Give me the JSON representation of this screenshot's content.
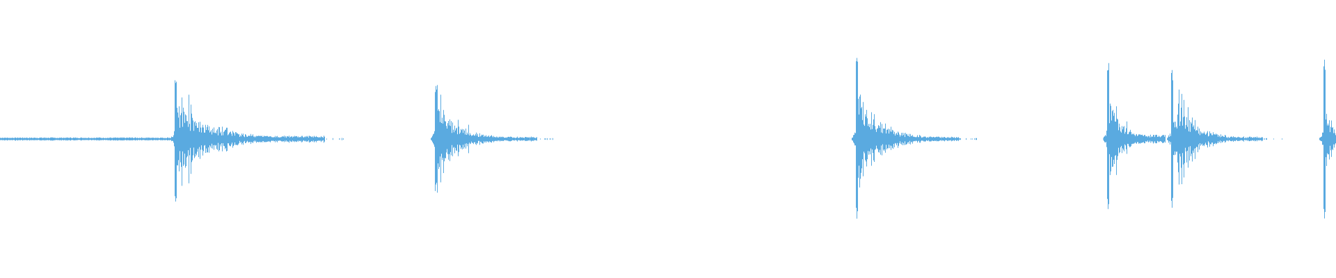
{
  "waveform": {
    "color": "#5aaae0",
    "background": "#ffffff",
    "baseline_hum": [
      {
        "start": 0.0,
        "end": 0.195,
        "level": 0.018
      }
    ],
    "events": [
      {
        "onset": 0.131,
        "peak_up": 0.78,
        "peak_down": 0.78,
        "decay_end": 0.243,
        "tail_level": 0.03,
        "seed": 11
      },
      {
        "onset": 0.326,
        "peak_up": 0.7,
        "peak_down": 0.7,
        "decay_end": 0.402,
        "tail_level": 0.02,
        "seed": 23
      },
      {
        "onset": 0.641,
        "peak_up": 1.0,
        "peak_down": 1.0,
        "decay_end": 0.718,
        "tail_level": 0.02,
        "seed": 37
      },
      {
        "onset": 0.829,
        "peak_up": 0.93,
        "peak_down": 0.93,
        "decay_end": 0.872,
        "tail_level": 0.04,
        "seed": 41
      },
      {
        "onset": 0.877,
        "peak_up": 0.87,
        "peak_down": 0.87,
        "decay_end": 0.945,
        "tail_level": 0.02,
        "seed": 53
      },
      {
        "onset": 0.991,
        "peak_up": 0.98,
        "peak_down": 0.98,
        "decay_end": 1.01,
        "tail_level": 0.05,
        "seed": 67
      }
    ]
  }
}
